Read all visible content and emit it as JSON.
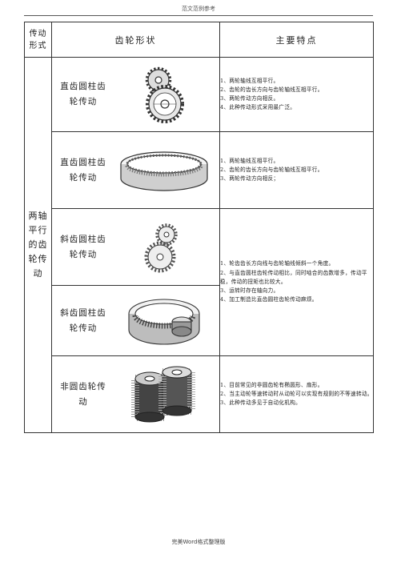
{
  "header": {
    "title": "范文范例参考"
  },
  "table": {
    "columns": [
      "传动形式",
      "齿轮形状",
      "主要特点"
    ],
    "form_label": "两轴平行的齿轮传动",
    "rows": [
      {
        "name": "直齿圆柱齿轮传动",
        "image_icon": "spur-gear-pair-icon"
      },
      {
        "name": "直齿圆柱齿轮传动",
        "image_icon": "internal-spur-gear-icon"
      },
      {
        "name": "斜齿圆柱齿轮传动",
        "image_icon": "helical-gear-pair-icon"
      },
      {
        "name": "斜齿圆柱齿轮传动",
        "image_icon": "internal-helical-gear-icon"
      },
      {
        "name": "非圆齿轮传动",
        "image_icon": "non-circular-gear-icon"
      }
    ],
    "features": [
      [
        "1、两轮轴线互相平行。",
        "2、齿轮的齿长方向与齿轮轴线互相平行。",
        "3、两轮传动方向相反。",
        "4、此种传动形式采用最广泛。"
      ],
      [
        "1、两轮轴线互相平行。",
        "2、齿轮的齿长方向与齿轮轴线互相平行。",
        "3、两轮传动方向相反；"
      ],
      [
        "1、轮齿齿长方向线与齿轮轴线倾斜一个角度。",
        "2、与直齿圆柱齿轮传动相比，同时啮合的齿数增多，传动平稳，传动的扭矩也比较大。",
        "3、运转时存在轴向力。",
        "4、加工制造比直齿圆柱齿轮传动麻烦。"
      ],
      [
        "1、目前常见的非圆齿轮有椭圆形、扇形。",
        "2、当主动轮等速转动时从动轮可以实现有规则的不等速转动。",
        "3、此种传动多见于自动化机构。"
      ]
    ]
  },
  "footer": {
    "text": "完美Word格式整理版"
  },
  "colors": {
    "rule": "#555555",
    "border": "#333333",
    "gear_dark": "#3a3a3a",
    "gear_mid": "#8a8a8a"
  }
}
